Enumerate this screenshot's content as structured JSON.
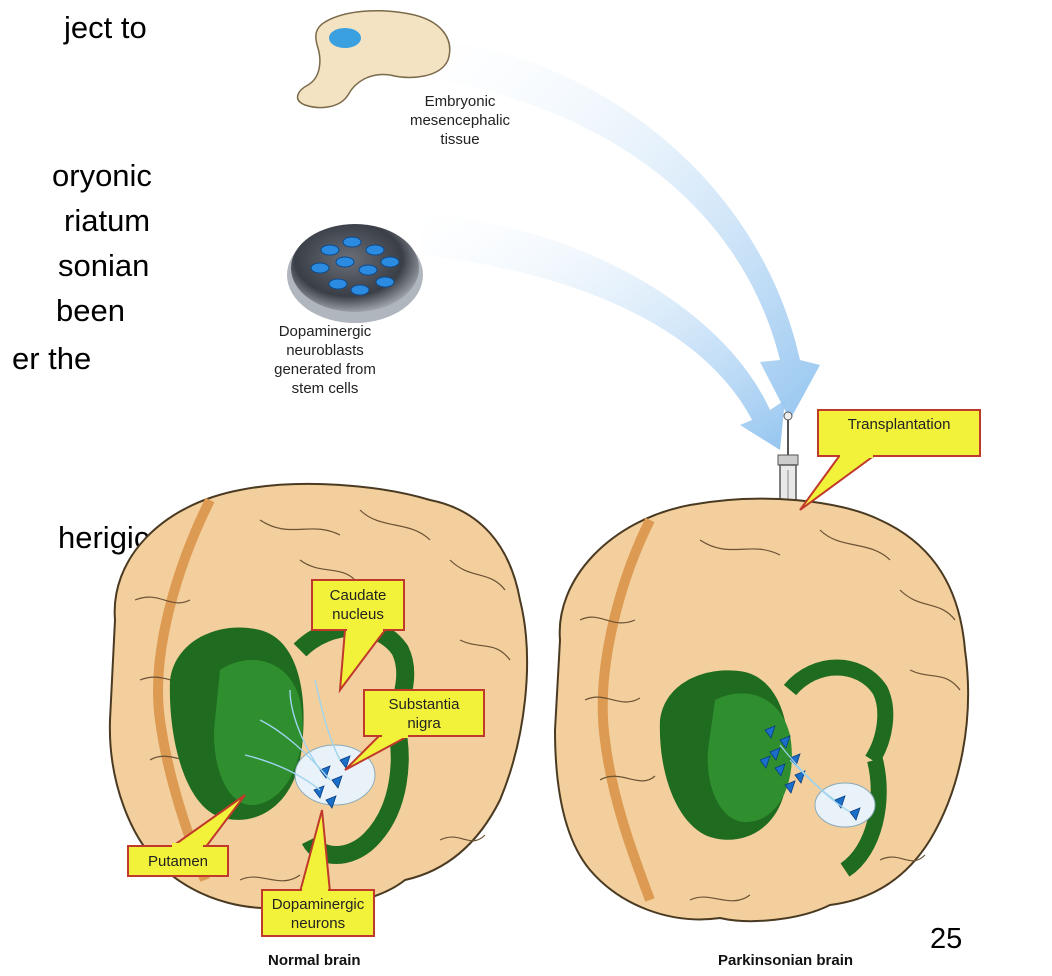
{
  "slide_text_fragments": [
    "ject to",
    "oryonic",
    "riatum",
    "sonian",
    "been",
    "er  the",
    "herigic"
  ],
  "labels": {
    "embryonic": [
      "Embryonic",
      "mesencephalic",
      "tissue"
    ],
    "dopaminergic_neuroblasts": [
      "Dopaminergic",
      "neuroblasts",
      "generated from",
      "stem cells"
    ]
  },
  "callouts": {
    "transplantation": "Transplantation",
    "caudate": [
      "Caudate",
      "nucleus"
    ],
    "substantia": [
      "Substantia",
      "nigra"
    ],
    "putamen": "Putamen",
    "dopaminergic_neurons": [
      "Dopaminergic",
      "neurons"
    ]
  },
  "captions": {
    "normal": "Normal brain",
    "parkinsonian": "Parkinsonian brain"
  },
  "page_number": "25",
  "colors": {
    "callout_fill": "#f3f23a",
    "callout_border": "#c0392b",
    "brain_tan": "#f2cf9c",
    "brain_outline": "#4a3a22",
    "brain_band": "#dd9a52",
    "dark_green": "#1f6b1f",
    "mid_green": "#2f8f2f",
    "arrow_blue": "#a9cff2",
    "cell_blue": "#1b6fc9"
  }
}
